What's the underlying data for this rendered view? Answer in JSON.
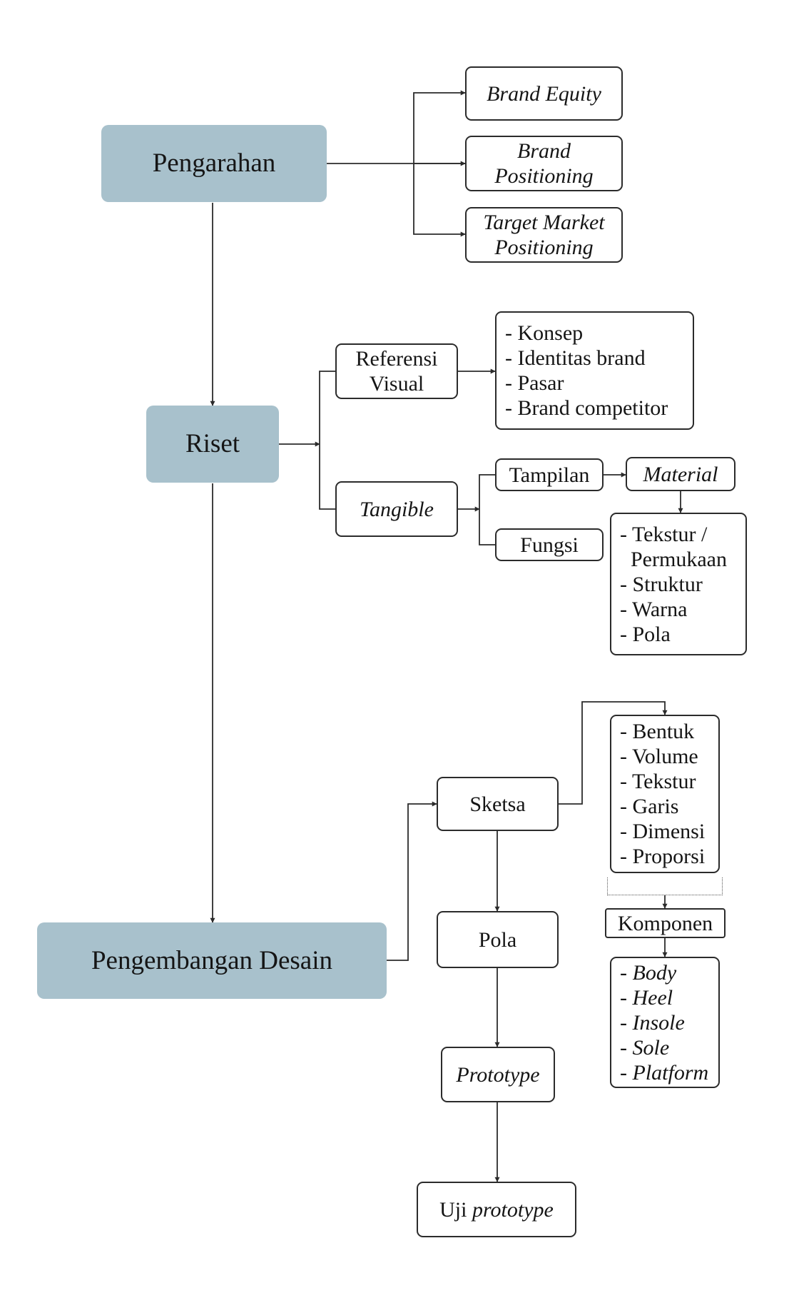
{
  "diagram": {
    "colors": {
      "main_fill": "#a8c1cc",
      "line": "#2b2b2b"
    },
    "main_steps": {
      "pengarahan": "Pengarahan",
      "riset": "Riset",
      "pengembangan": "Pengembangan Desain"
    },
    "pengarahan_outputs": {
      "brand_equity": "Brand Equity",
      "brand_positioning": [
        "Brand",
        "Positioning"
      ],
      "target_market": [
        "Target Market",
        "Positioning"
      ]
    },
    "riset_branches": {
      "referensi_visual": [
        "Referensi",
        "Visual"
      ],
      "referensi_items": [
        "- Konsep",
        "- Identitas brand",
        "- Pasar",
        "- Brand competitor"
      ],
      "tangible": "Tangible",
      "tampilan": "Tampilan",
      "fungsi": "Fungsi",
      "material": "Material",
      "material_items": [
        "- Tekstur /",
        "  Permukaan",
        "- Struktur",
        "- Warna",
        "- Pola"
      ]
    },
    "pengembangan_flow": {
      "sketsa": "Sketsa",
      "sketsa_items": [
        "- Bentuk",
        "- Volume",
        "- Tekstur",
        "- Garis",
        "- Dimensi",
        "- Proporsi"
      ],
      "komponen": "Komponen",
      "komponen_items": [
        "- Body",
        "- Heel",
        "- Insole",
        "- Sole",
        "- Platform"
      ],
      "pola": "Pola",
      "prototype": "Prototype",
      "uji_prefix": "Uji",
      "uji_italic": "prototype"
    }
  }
}
